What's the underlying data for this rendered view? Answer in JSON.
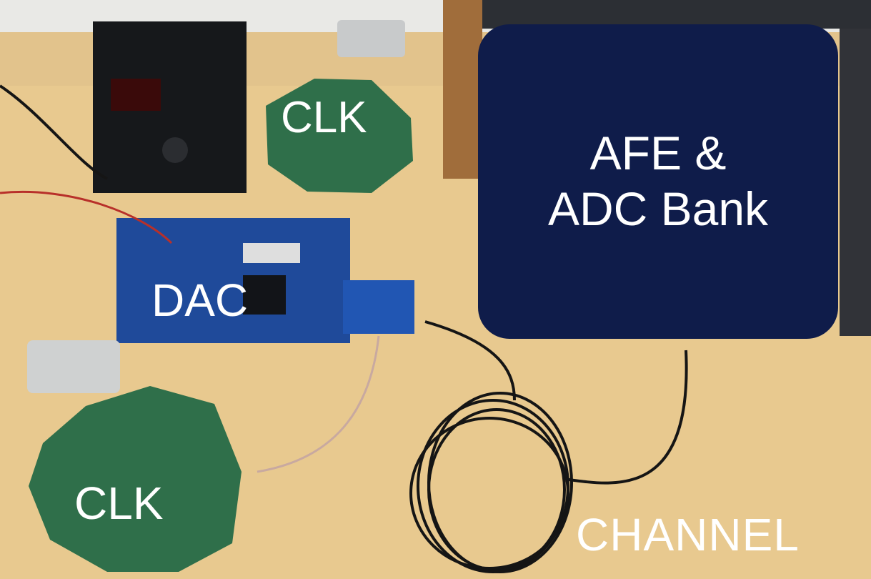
{
  "image": {
    "kind": "photo",
    "colors": {
      "table": "#e8c98f",
      "wall": "#e9e9e6",
      "board_green": "#2f6f4a",
      "board_blue": "#1f4a9a",
      "cable": "#151515",
      "label_box": "#0f1c4a",
      "label_text": "#ffffff"
    }
  },
  "labels": {
    "clk_top": "CLK",
    "dac": "DAC",
    "clk_bottom": "CLK",
    "afe_line1": "AFE &",
    "afe_line2": "ADC Bank",
    "channel": "CHANNEL"
  },
  "icons": [
    "power-supply-icon",
    "clock-board-icon",
    "dac-board-icon",
    "coax-cable-icon"
  ]
}
